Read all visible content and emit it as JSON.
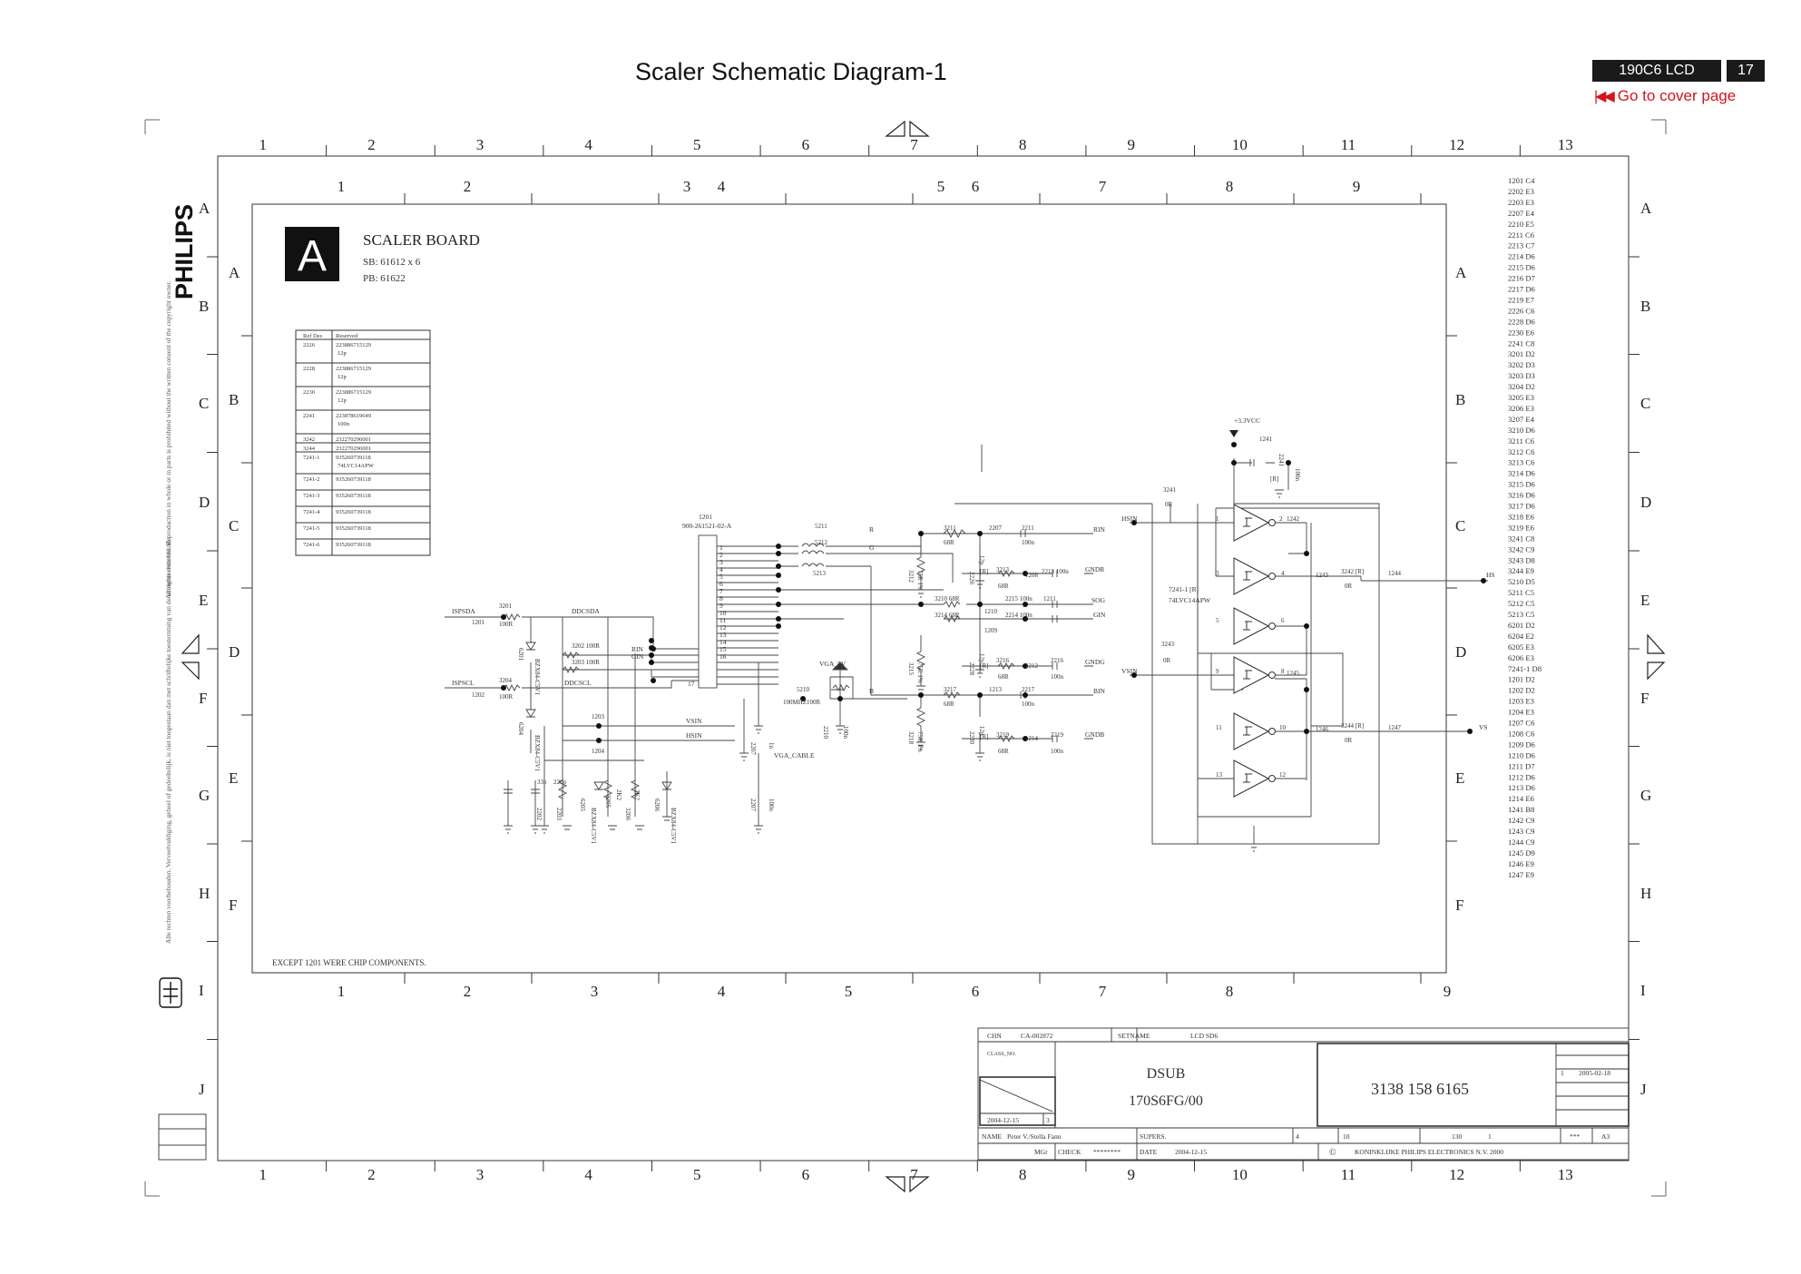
{
  "header": {
    "title": "Scaler Schematic Diagram-1",
    "model": "190C6 LCD",
    "page": "17",
    "cover_link": "Go to cover page"
  },
  "brand": {
    "logo_text": "PHILIPS"
  },
  "side_notes": {
    "copyright_en": "All rights reserved. Reproduction in whole or in parts is prohibited without the written consent of the copyright owner.",
    "copyright_nl": "Alle rechten voorbehouden. Verveelvuldiging, geheel of gedeeltelijk, is niet toegestaan dan met schriftelijke toestemming van de auteursrechthebbende."
  },
  "outer_grid": {
    "cols": [
      "1",
      "2",
      "3",
      "4",
      "5",
      "6",
      "7",
      "8",
      "9",
      "10",
      "11",
      "12",
      "13"
    ],
    "rows": [
      "A",
      "B",
      "C",
      "D",
      "E",
      "F",
      "G",
      "H",
      "I",
      "J"
    ]
  },
  "inner_grid": {
    "cols": [
      "1",
      "2",
      "3",
      "4",
      "5",
      "6",
      "7",
      "8",
      "9"
    ],
    "rows": [
      "A",
      "B",
      "C",
      "D",
      "E",
      "F"
    ]
  },
  "board": {
    "letter": "A",
    "name": "SCALER BOARD",
    "sb": "SB: 61612 x 6",
    "pb": "PB: 61622",
    "footnote": "EXCEPT 1201  WERE CHIP COMPONENTS."
  },
  "ref_table": {
    "headers": [
      "Ref Des",
      "Reserved"
    ],
    "rows": [
      [
        "2226",
        "223886715129",
        "12p"
      ],
      [
        "2228",
        "223886715129",
        "12p"
      ],
      [
        "2230",
        "223886715129",
        "12p"
      ],
      [
        "2241",
        "223878619649",
        "100n"
      ],
      [
        "3242",
        "232270296001",
        ""
      ],
      [
        "3244",
        "232270296001",
        ""
      ],
      [
        "7241-1",
        "935260739118",
        "74LVC14APW"
      ],
      [
        "7241-2",
        "935260739118",
        ""
      ],
      [
        "7241-3",
        "935260739118",
        ""
      ],
      [
        "7241-4",
        "935260739118",
        ""
      ],
      [
        "7241-5",
        "935260739118",
        ""
      ],
      [
        "7241-6",
        "935260739118",
        ""
      ]
    ]
  },
  "index_list": [
    "1201 C4",
    "2202 E3",
    "2203 E3",
    "2207 E4",
    "2210 E5",
    "2211 C6",
    "2213 C7",
    "2214 D6",
    "2215 D6",
    "2216 D7",
    "2217 D6",
    "2219 E7",
    "2226 C6",
    "2228 D6",
    "2230 E6",
    "2241 C8",
    "3201 D2",
    "3202 D3",
    "3203 D3",
    "3204 D2",
    "3205 E3",
    "3206 E3",
    "3207 E4",
    "3210 D6",
    "3211 C6",
    "3212 C6",
    "3213 C6",
    "3214 D6",
    "3215 D6",
    "3216 D6",
    "3217 D6",
    "3218 E6",
    "3219 E6",
    "3241 C8",
    "3242 C9",
    "3243 D8",
    "3244 E9",
    "5210 D5",
    "5211 C5",
    "5212 C5",
    "5213 C5",
    "6201 D2",
    "6204 E2",
    "6205 E3",
    "6206 E3",
    "7241-1 D8",
    "1201 D2",
    "1202 D2",
    "1203 E3",
    "1204 E3",
    "1207 C6",
    "1208 C6",
    "1209 D6",
    "1210 D6",
    "1211 D7",
    "1212 D6",
    "1213 D6",
    "1214 E6",
    "1241 B8",
    "1242 C9",
    "1243 C9",
    "1244 C9",
    "1245 D9",
    "1246 E9",
    "1247 E9"
  ],
  "schematic": {
    "connector_ref": "1201",
    "connector_part": "900-261521-02-A",
    "pins": [
      "1",
      "2",
      "3",
      "4",
      "5",
      "6",
      "7",
      "8",
      "9",
      "10",
      "11",
      "12",
      "13",
      "14",
      "15",
      "16",
      "17"
    ],
    "vcc": "+3.3VCC",
    "vga5v": "VGA_5V",
    "vga_cable": "VGA_CABLE",
    "ic_ref": "7241-1  [R]",
    "ic_part": "74LVC14APW",
    "nets": {
      "rin": "RIN",
      "gnd_r": "GNDR",
      "sog": "SOG",
      "gin": "GIN",
      "gndg": "GNDG",
      "bin": "BIN",
      "gndb": "GNDB",
      "hsin": "HSIN",
      "vsin": "VSIN",
      "hs": "HS",
      "vs": "VS",
      "ddcsda": "DDCSDA",
      "ddcscl": "DDCSCL",
      "ispsda": "ISPSDA",
      "ispscl": "ISPSCL",
      "r": "R",
      "g": "G",
      "b": "B"
    },
    "labels": [
      {
        "id": "l5211",
        "t": "5211"
      },
      {
        "id": "l5212",
        "t": "5212"
      },
      {
        "id": "l5213",
        "t": "5213"
      },
      {
        "id": "l3211",
        "t": "3211"
      },
      {
        "id": "l68r1",
        "t": "68R"
      },
      {
        "id": "l2207",
        "t": "2207"
      },
      {
        "id": "l2211",
        "t": "2211"
      },
      {
        "id": "l100n1",
        "t": "100n"
      },
      {
        "id": "l3212",
        "t": "3212"
      },
      {
        "id": "l75r1",
        "t": "75R 1%"
      },
      {
        "id": "l2226",
        "t": "2226"
      },
      {
        "id": "l12p1",
        "t": "12p"
      },
      {
        "id": "l3213",
        "t": "3213"
      },
      {
        "id": "lr1",
        "t": "[R]"
      },
      {
        "id": "l1208",
        "t": "1208"
      },
      {
        "id": "l2213",
        "t": "2213 100n"
      },
      {
        "id": "l68r2",
        "t": "68R"
      },
      {
        "id": "l3210",
        "t": "3210  68R"
      },
      {
        "id": "l2215",
        "t": "2215 100n"
      },
      {
        "id": "l1210",
        "t": "1210"
      },
      {
        "id": "l1211",
        "t": "1211"
      },
      {
        "id": "l3214",
        "t": "3214  68R"
      },
      {
        "id": "l2214",
        "t": "2214 100n"
      },
      {
        "id": "l1209",
        "t": "1209"
      },
      {
        "id": "l3215",
        "t": "3215"
      },
      {
        "id": "l75r2",
        "t": "75R 1%"
      },
      {
        "id": "l2228",
        "t": "2228"
      },
      {
        "id": "l12p2",
        "t": "12p"
      },
      {
        "id": "l3216",
        "t": "3216"
      },
      {
        "id": "lr2",
        "t": "[R]"
      },
      {
        "id": "l68r3",
        "t": "68R"
      },
      {
        "id": "l1212",
        "t": "1212"
      },
      {
        "id": "l2216",
        "t": "2216"
      },
      {
        "id": "l100n2",
        "t": "100n"
      },
      {
        "id": "l3217",
        "t": "3217"
      },
      {
        "id": "l68r4",
        "t": "68R"
      },
      {
        "id": "l1213",
        "t": "1213"
      },
      {
        "id": "l2217",
        "t": "2217"
      },
      {
        "id": "l100n3",
        "t": "100n"
      },
      {
        "id": "l3218",
        "t": "3218"
      },
      {
        "id": "l75r3",
        "t": "75R 1%"
      },
      {
        "id": "l2230",
        "t": "2230"
      },
      {
        "id": "l12p3",
        "t": "12p"
      },
      {
        "id": "l3219",
        "t": "3219"
      },
      {
        "id": "lr3",
        "t": "[R]"
      },
      {
        "id": "l68r5",
        "t": "68R"
      },
      {
        "id": "l1214",
        "t": "1214"
      },
      {
        "id": "l2219",
        "t": "2219"
      },
      {
        "id": "l100n4",
        "t": "100n"
      },
      {
        "id": "l5210",
        "t": "5210"
      },
      {
        "id": "l100mhz",
        "t": "100MHZ100R"
      },
      {
        "id": "l2210",
        "t": "2210"
      },
      {
        "id": "l100n5",
        "t": "100n"
      },
      {
        "id": "l2207b",
        "t": "2207"
      },
      {
        "id": "l1n",
        "t": "1n"
      },
      {
        "id": "l2207c",
        "t": "2207"
      },
      {
        "id": "l100n6",
        "t": "100n"
      },
      {
        "id": "l3201",
        "t": "3201"
      },
      {
        "id": "l100r1",
        "t": "100R"
      },
      {
        "id": "l1201b",
        "t": "1201"
      },
      {
        "id": "l3202",
        "t": "3202 100R"
      },
      {
        "id": "l3203",
        "t": "3203 100R"
      },
      {
        "id": "l3204",
        "t": "3204"
      },
      {
        "id": "l100r2",
        "t": "100R"
      },
      {
        "id": "l1202",
        "t": "1202"
      },
      {
        "id": "l6201",
        "t": "6201"
      },
      {
        "id": "lbzx1",
        "t": "BZX84-C5V1"
      },
      {
        "id": "l6204",
        "t": "6204"
      },
      {
        "id": "lbzx2",
        "t": "BZX84-C5V1"
      },
      {
        "id": "l1203",
        "t": "1203"
      },
      {
        "id": "l1204",
        "t": "1204"
      },
      {
        "id": "l2202",
        "t": "2202"
      },
      {
        "id": "l33p",
        "t": "33p"
      },
      {
        "id": "l2203",
        "t": "2203"
      },
      {
        "id": "l220p",
        "t": "220p"
      },
      {
        "id": "l6205",
        "t": "6205"
      },
      {
        "id": "lbzx3",
        "t": "BZX84-C5V1"
      },
      {
        "id": "l3205",
        "t": "3205"
      },
      {
        "id": "l2k2a",
        "t": "2K2"
      },
      {
        "id": "l3206",
        "t": "3206"
      },
      {
        "id": "l2k2b",
        "t": "2K2"
      },
      {
        "id": "l6206",
        "t": "6206"
      },
      {
        "id": "lbzx4",
        "t": "BZX84-C5V1"
      },
      {
        "id": "l1241",
        "t": "1241"
      },
      {
        "id": "l2241",
        "t": "2241"
      },
      {
        "id": "lr4",
        "t": "[R]"
      },
      {
        "id": "l100n7",
        "t": "100n"
      },
      {
        "id": "l3241",
        "t": "3241"
      },
      {
        "id": "l0r1",
        "t": "0R"
      },
      {
        "id": "l3243",
        "t": "3243"
      },
      {
        "id": "l0r2",
        "t": "0R"
      },
      {
        "id": "l1242",
        "t": "1242"
      },
      {
        "id": "l1243",
        "t": "1243"
      },
      {
        "id": "l3242",
        "t": "3242  [R]"
      },
      {
        "id": "l0r3",
        "t": "0R"
      },
      {
        "id": "l1244",
        "t": "1244"
      },
      {
        "id": "l1245",
        "t": "1245"
      },
      {
        "id": "l1246",
        "t": "1246"
      },
      {
        "id": "l3244",
        "t": "3244  [R]"
      },
      {
        "id": "l0r4",
        "t": "0R"
      },
      {
        "id": "l1247",
        "t": "1247"
      },
      {
        "id": "lp1",
        "t": "1"
      },
      {
        "id": "lp2",
        "t": "2"
      },
      {
        "id": "lp3",
        "t": "3"
      },
      {
        "id": "lp4",
        "t": "4"
      },
      {
        "id": "lp5",
        "t": "5"
      },
      {
        "id": "lp6",
        "t": "6"
      },
      {
        "id": "lp9",
        "t": "9"
      },
      {
        "id": "lp8",
        "t": "8"
      },
      {
        "id": "lp11",
        "t": "11"
      },
      {
        "id": "lp10",
        "t": "10"
      },
      {
        "id": "lp13",
        "t": "13"
      },
      {
        "id": "lp12",
        "t": "12"
      }
    ]
  },
  "title_block": {
    "chn_label": "CHN",
    "chn_value": "CA-002872",
    "setname_label": "SETNAME",
    "setname_value": "LCD SD6",
    "class_label": "CLASS_NO.",
    "product_name": "DSUB",
    "product_model": "170S6FG/00",
    "part_number": "3138 158 6165",
    "rev_value": "1",
    "rev_date": "2005-02-18",
    "draw_date": "2004-12-15",
    "draw_sheet": "3",
    "name_label": "NAME",
    "name_value": "Peter V./Stella Fann",
    "supers_label": "SUPERS.",
    "supers_value": "4",
    "mgr_label": "MGr",
    "check_label": "CHECK",
    "check_value": "********",
    "date_label": "DATE",
    "date_value": "2004-12-15",
    "sheet_total": "10",
    "scale_value": "130",
    "scale_ratio": "1",
    "stars": "***",
    "format": "A3",
    "company": "KONINKLIJKE PHILIPS ELECTRONICS N.V. 2000",
    "copyright_symbol": "©"
  }
}
